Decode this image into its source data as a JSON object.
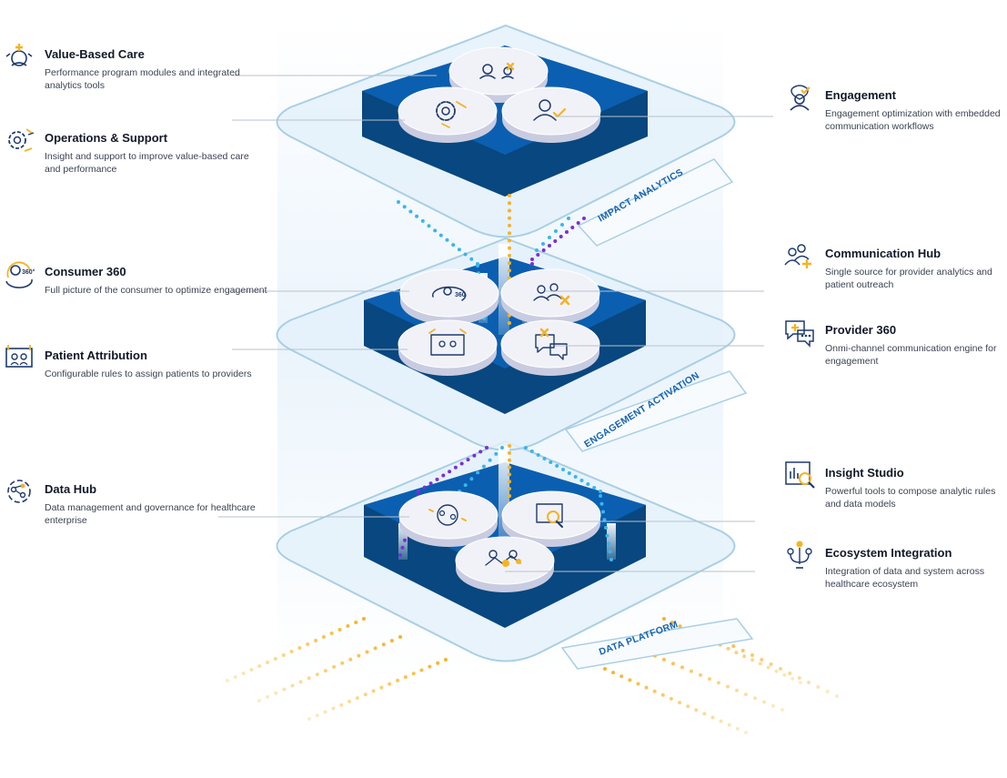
{
  "layers": [
    {
      "label": "IMPACT ANALYTICS"
    },
    {
      "label": "ENGAGEMENT ACTIVATION"
    },
    {
      "label": "DATA PLATFORM"
    }
  ],
  "features": {
    "value_based_care": {
      "title": "Value-Based Care",
      "desc": "Performance program modules and integrated analytics tools",
      "icon": "heart-care-icon"
    },
    "operations_support": {
      "title": "Operations & Support",
      "desc": "Insight and support to improve value-based care and performance",
      "icon": "gear-arrows-icon"
    },
    "consumer_360": {
      "title": "Consumer 360",
      "desc": "Full picture of the consumer to optimize engagement",
      "icon": "person-360-icon",
      "badge": "360°"
    },
    "patient_attribution": {
      "title": "Patient Attribution",
      "desc": "Configurable rules to assign patients to providers",
      "icon": "assign-patients-icon"
    },
    "data_hub": {
      "title": "Data Hub",
      "desc": "Data management and governance for healthcare enterprise",
      "icon": "data-hub-icon"
    },
    "engagement": {
      "title": "Engagement",
      "desc": "Engagement optimization with embedded communication workflows",
      "icon": "engagement-icon"
    },
    "communication_hub": {
      "title": "Communication Hub",
      "desc": "Single source for provider analytics and patient outreach",
      "icon": "group-communication-icon"
    },
    "provider_360": {
      "title": "Provider 360",
      "desc": "Onmi-channel communication engine for engagement",
      "icon": "chat-bubbles-icon"
    },
    "insight_studio": {
      "title": "Insight Studio",
      "desc": "Powerful tools to compose analytic rules and data models",
      "icon": "chart-magnifier-icon"
    },
    "ecosystem_integration": {
      "title": "Ecosystem Integration",
      "desc": "Integration of data and system across healthcare ecosystem",
      "icon": "network-tree-icon"
    }
  },
  "colors": {
    "deep_blue": "#0b5fb0",
    "dark_blue": "#08477f",
    "glass": "#e6f2fb",
    "glass_stroke": "#a9cfe4",
    "dot_cyan": "#37b6ee",
    "dot_purple": "#7a2fd6",
    "dot_orange": "#f5b324",
    "disc_top": "#f1f2f8",
    "disc_side": "#c9cce0",
    "label_text": "#1662b0"
  }
}
